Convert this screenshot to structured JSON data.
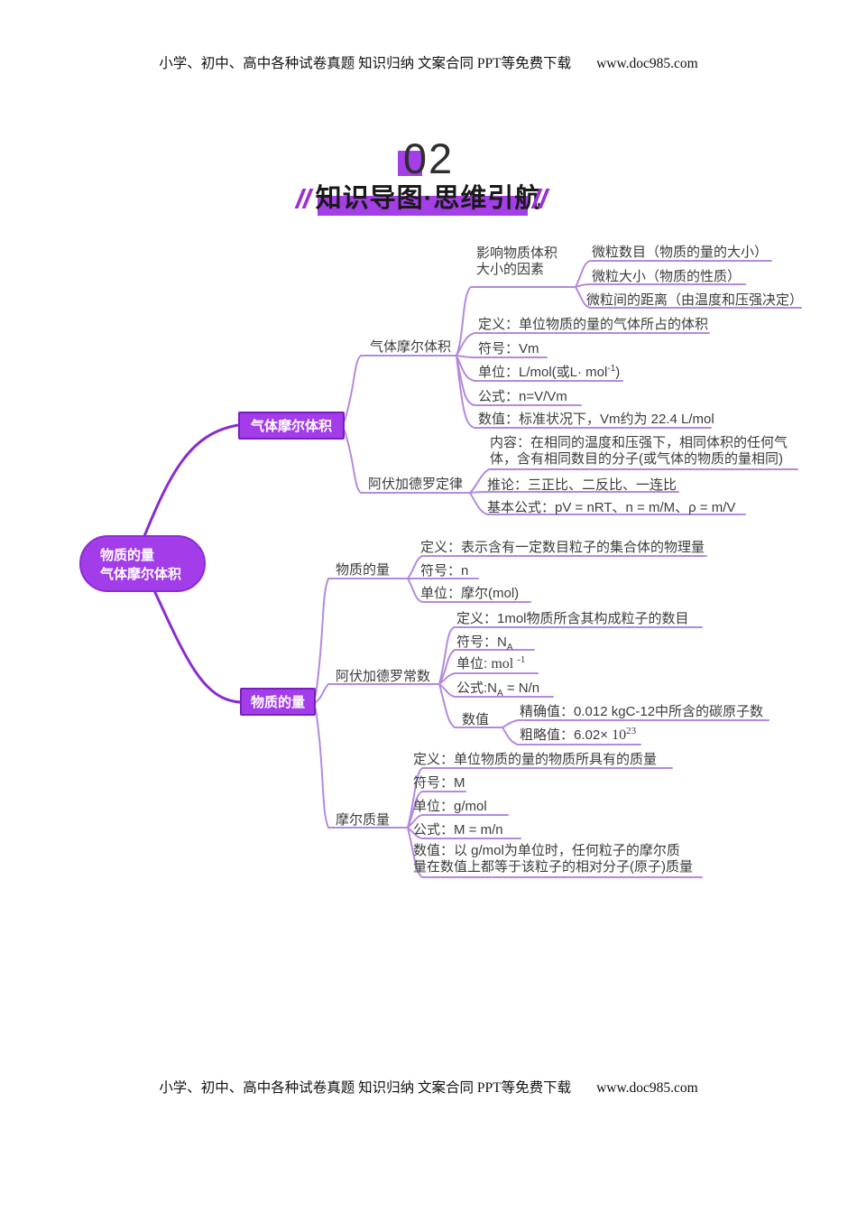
{
  "header": {
    "text": "小学、初中、高中各种试卷真题 知识归纳 文案合同 PPT等免费下载",
    "url": "www.doc985.com"
  },
  "footer": {
    "text": "小学、初中、高中各种试卷真题 知识归纳 文案合同 PPT等免费下载",
    "url": "www.doc985.com"
  },
  "section": {
    "number": "02",
    "title": "知识导图·思维引航"
  },
  "colors": {
    "accent": "#a43ee6",
    "node_fill": "#a33de9",
    "node_border": "#7b1ec0",
    "line_light": "#b48ade",
    "line_main": "#8b2cce"
  },
  "root": {
    "line1": "物质的量",
    "line2": "气体摩尔体积"
  },
  "gmv": {
    "label": "气体摩尔体积",
    "sub": {
      "label": "气体摩尔体积",
      "factors": {
        "line1": "影响物质体积",
        "line2": "大小的因素",
        "items": [
          "微粒数目（物质的量的大小）",
          "微粒大小（物质的性质）",
          "微粒间的距离（由温度和压强决定）"
        ]
      },
      "definition": "定义：单位物质的量的气体所占的体积",
      "symbol": "符号：Vm",
      "unit_pre": "单位：L/mol(或L· mol",
      "unit_sup": "-1",
      "unit_post": ")",
      "formula": "公式：n=V/Vm",
      "value": "数值：标准状况下，Vm约为 22.4 L/mol"
    },
    "law": {
      "label": "阿伏加德罗定律",
      "content_line1": "内容：在相同的温度和压强下，相同体积的任何气",
      "content_line2": "体，含有相同数目的分子(或气体的物质的量相同)",
      "corollary": "推论：三正比、二反比、一连比",
      "formulas": "基本公式：pV = nRT、n = m/M、ρ = m/V"
    }
  },
  "mole": {
    "label": "物质的量",
    "amount": {
      "label": "物质的量",
      "definition": "定义：表示含有一定数目粒子的集合体的物理量",
      "symbol": "符号：n",
      "unit": "单位：摩尔(mol)"
    },
    "constant": {
      "label": "阿伏加德罗常数",
      "definition": "定义：1mol物质所含其构成粒子的数目",
      "symbol_pre": "符号：N",
      "symbol_sub": "A",
      "unit_pre": "单位: ",
      "unit_base": "mol ",
      "unit_sup": "-1",
      "formula_pre": "公式:N",
      "formula_sub": "A",
      "formula_post": " = N/n",
      "value_label": "数值",
      "exact": "精确值：0.012 kgC-12中所含的碳原子数",
      "approx_pre": "粗略值：6.02× ",
      "approx_base": "10",
      "approx_sup": "23"
    },
    "molar_mass": {
      "label": "摩尔质量",
      "definition": "定义：单位物质的量的物质所具有的质量",
      "symbol": "符号：M",
      "unit": "单位：g/mol",
      "formula": "公式：M = m/n",
      "value_line1": "数值：以 g/mol为单位时，任何粒子的摩尔质",
      "value_line2": "量在数值上都等于该粒子的相对分子(原子)质量"
    }
  }
}
